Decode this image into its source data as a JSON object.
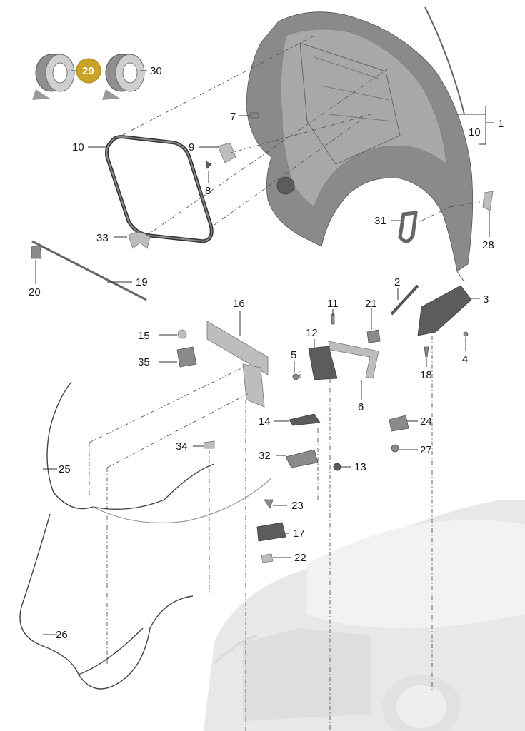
{
  "callouts": [
    {
      "id": "c1",
      "text": "1"
    },
    {
      "id": "c2",
      "text": "2"
    },
    {
      "id": "c3",
      "text": "3"
    },
    {
      "id": "c4",
      "text": "4"
    },
    {
      "id": "c5",
      "text": "5"
    },
    {
      "id": "c6",
      "text": "6"
    },
    {
      "id": "c7",
      "text": "7"
    },
    {
      "id": "c8",
      "text": "8"
    },
    {
      "id": "c9",
      "text": "9"
    },
    {
      "id": "c10a",
      "text": "10"
    },
    {
      "id": "c10b",
      "text": "10"
    },
    {
      "id": "c11",
      "text": "11"
    },
    {
      "id": "c12",
      "text": "12"
    },
    {
      "id": "c13",
      "text": "13"
    },
    {
      "id": "c14",
      "text": "14"
    },
    {
      "id": "c15",
      "text": "15"
    },
    {
      "id": "c16",
      "text": "16"
    },
    {
      "id": "c17",
      "text": "17"
    },
    {
      "id": "c18",
      "text": "18"
    },
    {
      "id": "c19",
      "text": "19"
    },
    {
      "id": "c20",
      "text": "20"
    },
    {
      "id": "c21",
      "text": "21"
    },
    {
      "id": "c22",
      "text": "22"
    },
    {
      "id": "c23",
      "text": "23"
    },
    {
      "id": "c24",
      "text": "24"
    },
    {
      "id": "c25",
      "text": "25"
    },
    {
      "id": "c26",
      "text": "26"
    },
    {
      "id": "c27",
      "text": "27"
    },
    {
      "id": "c28",
      "text": "28"
    },
    {
      "id": "c29",
      "text": "29",
      "highlighted": true
    },
    {
      "id": "c30",
      "text": "30"
    },
    {
      "id": "c31",
      "text": "31"
    },
    {
      "id": "c32",
      "text": "32"
    },
    {
      "id": "c33",
      "text": "33"
    },
    {
      "id": "c34",
      "text": "34"
    },
    {
      "id": "c35",
      "text": "35"
    }
  ],
  "colors": {
    "highlight_badge": "#c9a227",
    "line": "#333333",
    "part_gray": "#8a8a8a",
    "background": "#ffffff"
  }
}
